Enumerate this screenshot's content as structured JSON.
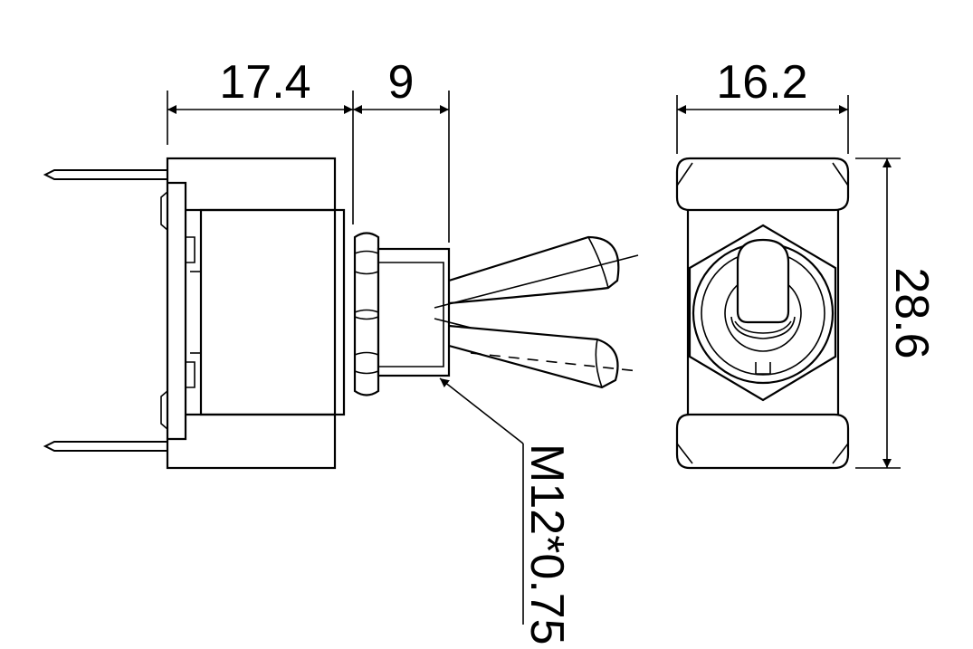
{
  "dimensions": {
    "body_length": "17.4",
    "bushing_length": "9",
    "width": "16.2",
    "height": "28.6",
    "thread": "M12*0.75"
  },
  "colors": {
    "line": "#000000",
    "background": "#ffffff"
  }
}
